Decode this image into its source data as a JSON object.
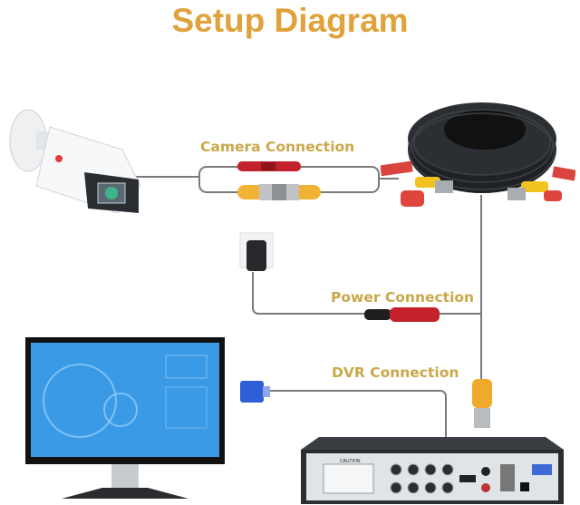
{
  "title": "Setup Diagram",
  "colors": {
    "title": "#e0a23a",
    "label": "#c9a84a",
    "wire": "#7a7a7a"
  },
  "connections": [
    {
      "id": "camera",
      "label": "Camera Connection"
    },
    {
      "id": "power",
      "label": "Power Connection"
    },
    {
      "id": "dvr",
      "label": "DVR Connection"
    }
  ],
  "devices": [
    {
      "id": "camera",
      "name": "bullet-camera"
    },
    {
      "id": "cable",
      "name": "bnc-cable-reel"
    },
    {
      "id": "adapter",
      "name": "power-adapter"
    },
    {
      "id": "monitor",
      "name": "monitor"
    },
    {
      "id": "dvr",
      "name": "dvr-recorder"
    }
  ],
  "dvr_caption": "CAUTION"
}
